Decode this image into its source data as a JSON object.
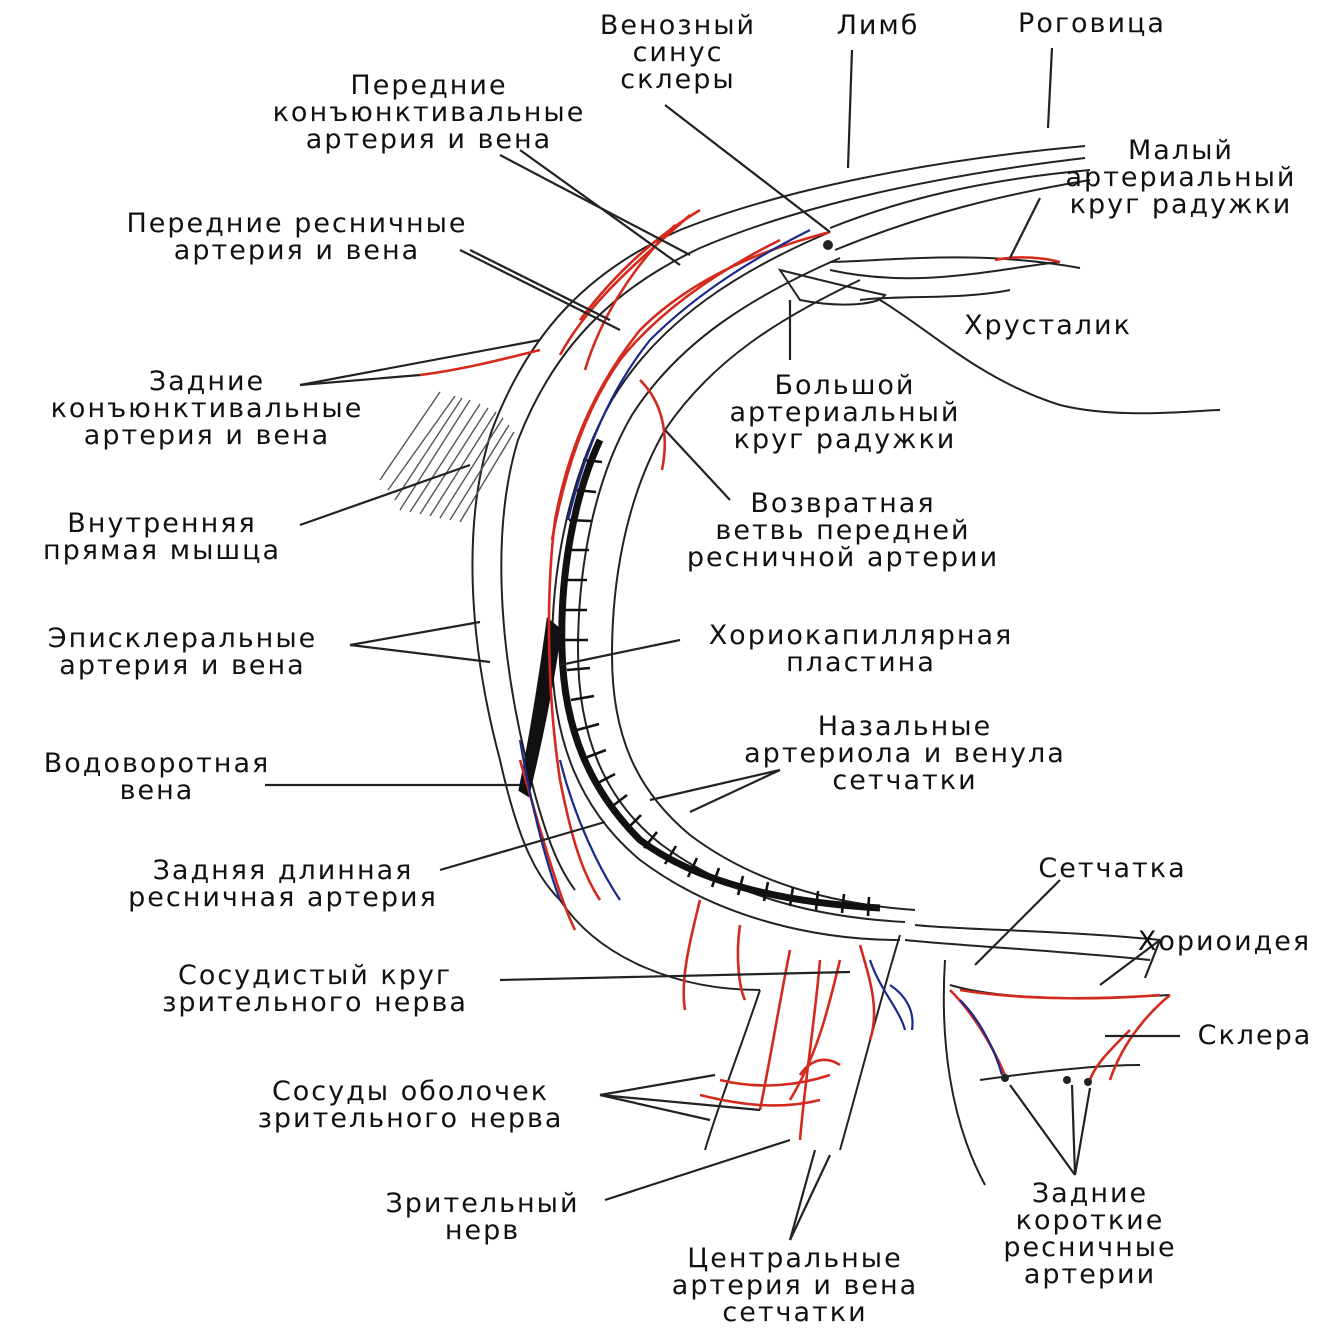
{
  "labels": {
    "venous_sinus": [
      "Венозный",
      "синус",
      "склеры"
    ],
    "limbus": [
      "Лимб"
    ],
    "cornea": [
      "Роговица"
    ],
    "anterior_conjunctival": [
      "Передние",
      "конъюнктивальные",
      "артерия и вена"
    ],
    "minor_arterial_circle": [
      "Малый",
      "артериальный",
      "круг радужки"
    ],
    "anterior_ciliary": [
      "Передние ресничные",
      "артерия и вена"
    ],
    "lens": [
      "Хрусталик"
    ],
    "posterior_conjunctival": [
      "Задние",
      "конъюнктивальные",
      "артерия и вена"
    ],
    "major_arterial_circle": [
      "Большой",
      "артериальный",
      "круг радужки"
    ],
    "medial_rectus": [
      "Внутренняя",
      "прямая мышца"
    ],
    "recurrent_branch": [
      "Возвратная",
      "ветвь передней",
      "ресничной артерии"
    ],
    "episcleral": [
      "Эписклеральные",
      "артерия и вена"
    ],
    "choriocapillaris": [
      "Хориокапиллярная",
      "пластина"
    ],
    "nasal_retinal": [
      "Назальные",
      "артериола и венула",
      "сетчатки"
    ],
    "vortex_vein": [
      "Водоворотная",
      "вена"
    ],
    "long_posterior_ciliary": [
      "Задняя длинная",
      "ресничная артерия"
    ],
    "retina": [
      "Сетчатка"
    ],
    "choroid": [
      "Хориоидея"
    ],
    "optic_nerve_circle": [
      "Сосудистый круг",
      "зрительного нерва"
    ],
    "sclera": [
      "Склера"
    ],
    "optic_sheath_vessels": [
      "Сосуды оболочек",
      "зрительного нерва"
    ],
    "optic_nerve": [
      "Зрительный",
      "нерв"
    ],
    "short_posterior_ciliary": [
      "Задние",
      "короткие",
      "ресничные",
      "артерии"
    ],
    "central_retinal": [
      "Центральные",
      "артерия и вена",
      "сетчатки"
    ]
  },
  "colors": {
    "artery": "#d42a1e",
    "vein": "#1a2a8a",
    "line": "#222222",
    "hatch": "#555555"
  }
}
